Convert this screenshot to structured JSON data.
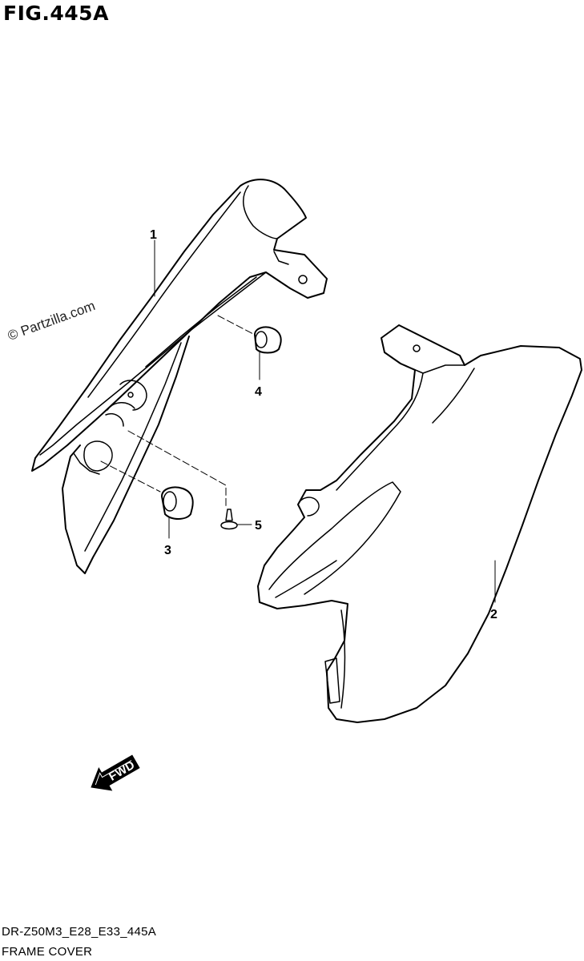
{
  "figure": {
    "title": "FIG.445A"
  },
  "watermark": {
    "text": "© Partzilla.com"
  },
  "callouts": {
    "c1": "1",
    "c2": "2",
    "c3": "3",
    "c4": "4",
    "c5": "5"
  },
  "fwd_arrow": {
    "label": "FWD"
  },
  "footer": {
    "code": "DR-Z50M3_E28_E33_445A",
    "name": "FRAME COVER"
  }
}
